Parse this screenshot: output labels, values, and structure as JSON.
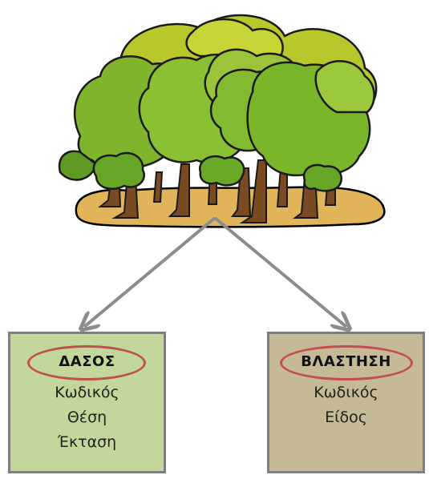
{
  "colors": {
    "forest_box_fill": "#c4d79b",
    "vegetation_box_fill": "#c6b995",
    "box_border": "#7f7f7f",
    "oval_outline": "#c0504d",
    "arrow": "#8c8c8c",
    "ground": "#e1b45a"
  },
  "image": {
    "icon": "forest-illustration"
  },
  "entities": [
    {
      "title": "ΔΑΣΟΣ",
      "fields": [
        "Κωδικός",
        "Θέση",
        "Έκταση"
      ]
    },
    {
      "title": "ΒΛΑΣΤΗΣΗ",
      "fields": [
        "Κωδικός",
        "Είδος"
      ]
    }
  ]
}
